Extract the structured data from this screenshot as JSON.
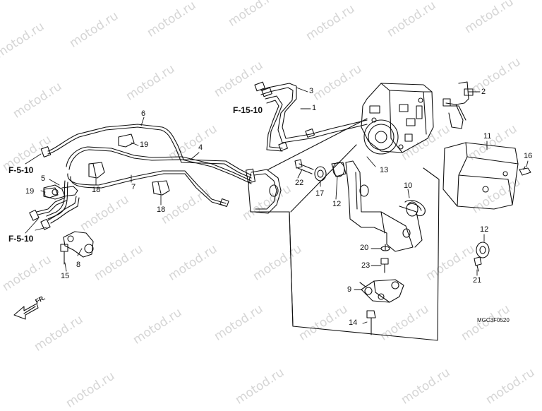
{
  "watermark_text": "motod.ru",
  "diagram_code": "MGC3F0520",
  "front_arrow_label": "FR.",
  "references": [
    "F-15-10",
    "F-5-10",
    "F-5-10"
  ],
  "callouts": [
    "1",
    "2",
    "3",
    "4",
    "5",
    "6",
    "7",
    "8",
    "9",
    "10",
    "11",
    "12",
    "12",
    "13",
    "14",
    "15",
    "16",
    "17",
    "18",
    "18",
    "19",
    "19",
    "20",
    "21",
    "22",
    "23"
  ]
}
